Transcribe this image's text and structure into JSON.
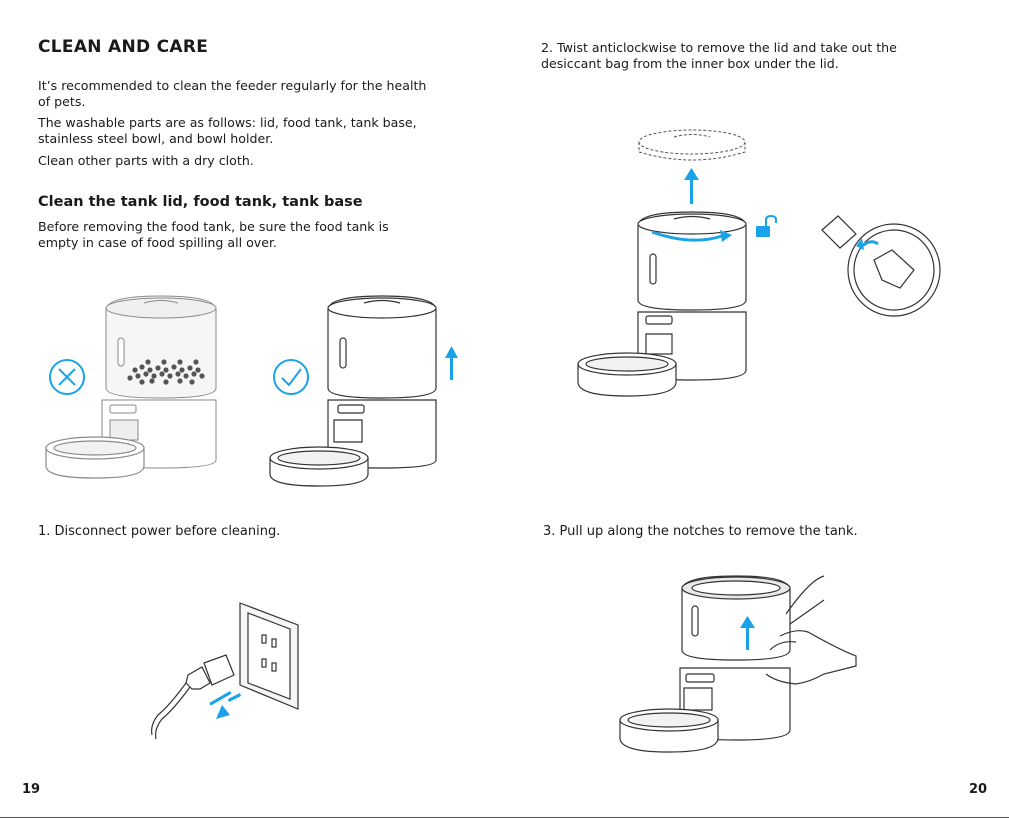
{
  "left_page": {
    "title": "CLEAN AND CARE",
    "intro_1": "It’s recommended to clean the feeder regularly for the health",
    "intro_1b": "of pets.",
    "intro_2": "The washable parts are as follows: lid, food tank, tank base,",
    "intro_2b": "stainless steel bowl, and bowl holder.",
    "intro_3": "Clean other parts with a dry cloth.",
    "subtitle": "Clean the tank lid, food tank, tank base",
    "note_1": "Before removing the food tank, be sure the food tank is",
    "note_1b": "empty in case of food spilling all over.",
    "step_1": "1. Disconnect power before cleaning.",
    "page_number": "19"
  },
  "right_page": {
    "step_2a": "2. Twist anticlockwise to remove the lid and take out the",
    "step_2b": "desiccant bag from the inner box under the lid.",
    "step_3": "3. Pull up along the notches to remove the tank.",
    "page_number": "20"
  },
  "colors": {
    "accent": "#1aa3e8",
    "line": "#333333"
  },
  "icons": [
    "cross-circle-icon",
    "check-circle-icon",
    "unlock-icon",
    "arrow-up-icon",
    "arrow-down-left-icon"
  ]
}
